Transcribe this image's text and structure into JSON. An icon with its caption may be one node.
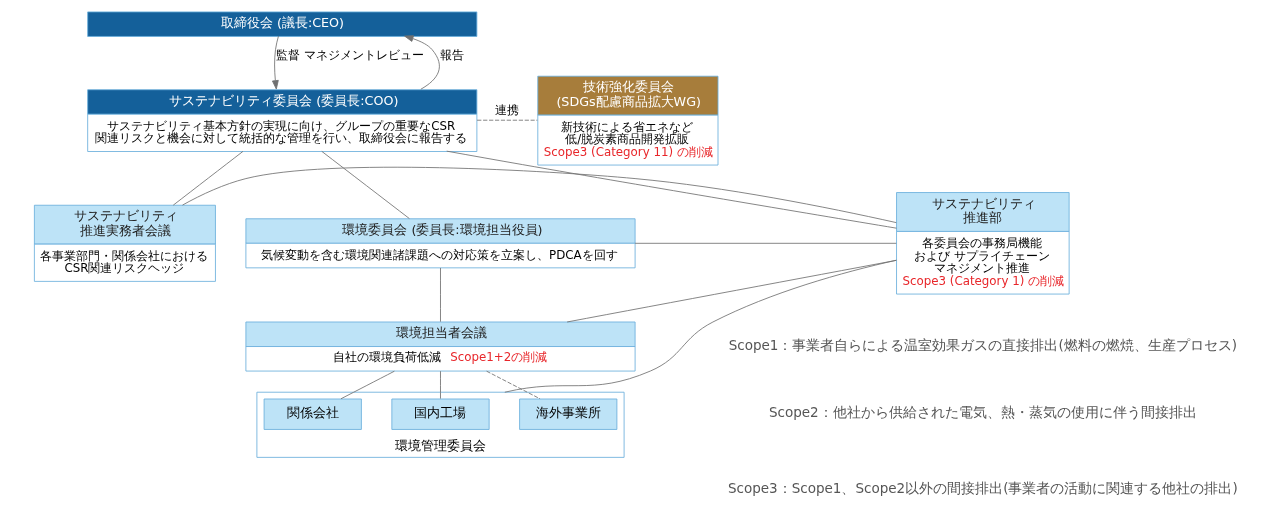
{
  "diagram": {
    "nodes": [
      {
        "text": [
          "取締役会 (議長:CEO)"
        ]
      },
      {
        "text": [
          "サステナビリティ委員会 (委員長:COO)",
          "サステナビリティ基本方針の実現に向け、グループの重要なCSR関連リスクと機会に対して統括的な管理を行い、取締役会に報告する"
        ]
      },
      {
        "text": [
          "技術強化委員会(SDGs配慮商品拡大WG)",
          "新技術による省エネなど低/脱炭素商品開発拡販",
          "Scope3 (Category 11) の削減"
        ]
      },
      {
        "text": [
          "サステナビリティ推進実務者会議",
          "各事業部門・関係会社におけるCSR関連リスクヘッジ"
        ]
      },
      {
        "text": [
          "環境委員会 (委員長:環境担当役員)",
          "気候変動を含む環境関連諸課題への対応策を立案し、PDCAを回す"
        ]
      },
      {
        "text": [
          "サステナビリティ推進部",
          "各委員会の事務局機能および サプライチェーンマネジメント推進",
          "Scope3 (Category 1) の削減"
        ]
      },
      {
        "text": [
          "環境担当者会議",
          "自社の環境負荷低減",
          "Scope1+2の削減"
        ]
      },
      {
        "text": [
          "環境管理委員会"
        ]
      },
      {
        "text": [
          "関係会社"
        ],
        "in": 7
      },
      {
        "text": [
          "国内工場"
        ],
        "in": 7
      },
      {
        "text": [
          "海外事業所"
        ],
        "in": 7
      }
    ],
    "edges": [
      {
        "from": 1,
        "to": 0,
        "arrow": "to",
        "label": "報告"
      },
      {
        "from": 0,
        "to": 1,
        "arrow": "to",
        "label": "監督 マネジメントレビュー"
      },
      {
        "from": 1,
        "to": 2,
        "arrow": "none",
        "style": "dashed",
        "label": "連携"
      },
      {
        "from": 1,
        "to": 3,
        "arrow": "none"
      },
      {
        "from": 1,
        "to": 4,
        "arrow": "none"
      },
      {
        "from": 4,
        "to": 6,
        "arrow": "none"
      },
      {
        "from": 6,
        "to": 8,
        "arrow": "none"
      },
      {
        "from": 6,
        "to": 9,
        "arrow": "none"
      },
      {
        "from": 6,
        "to": 10,
        "arrow": "none",
        "style": "dashed"
      },
      {
        "from": 5,
        "to": 1,
        "arrow": "none"
      },
      {
        "from": 5,
        "to": 3,
        "arrow": "none"
      },
      {
        "from": 5,
        "to": 4,
        "arrow": "none"
      },
      {
        "from": 5,
        "to": 6,
        "arrow": "none"
      },
      {
        "from": 5,
        "to": 7,
        "arrow": "none"
      }
    ],
    "labels": [
      "Scope1：事業者自らによる温室効果ガスの直接排出(燃料の燃焼、生産プロセス)",
      "Scope2：他社から供給された電気、熱・蒸気の使用に伴う間接排出",
      "Scope3：Scope1、Scope2以外の間接排出(事業者の活動に関連する他社の排出)"
    ]
  }
}
